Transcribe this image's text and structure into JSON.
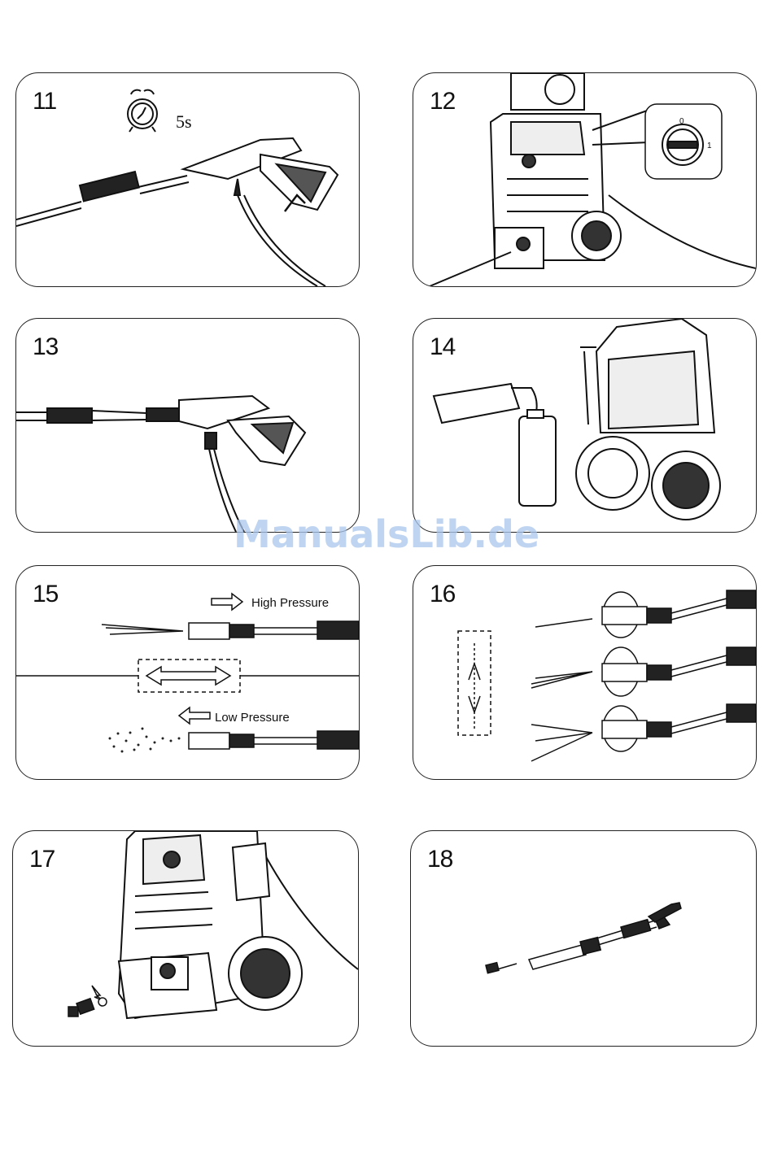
{
  "panels": [
    {
      "number": "11",
      "timer": "5s"
    },
    {
      "number": "12",
      "dial_top": "0",
      "dial_right": "1"
    },
    {
      "number": "13"
    },
    {
      "number": "14"
    },
    {
      "number": "15",
      "high_pressure": "High Pressure",
      "low_pressure": "Low Pressure"
    },
    {
      "number": "16"
    },
    {
      "number": "17"
    },
    {
      "number": "18"
    }
  ],
  "watermark": "ManualsLib.de",
  "icons": [
    "alarm-clock-icon",
    "arrow-right-icon",
    "arrow-left-icon",
    "double-arrow-icon",
    "rotate-icon"
  ]
}
